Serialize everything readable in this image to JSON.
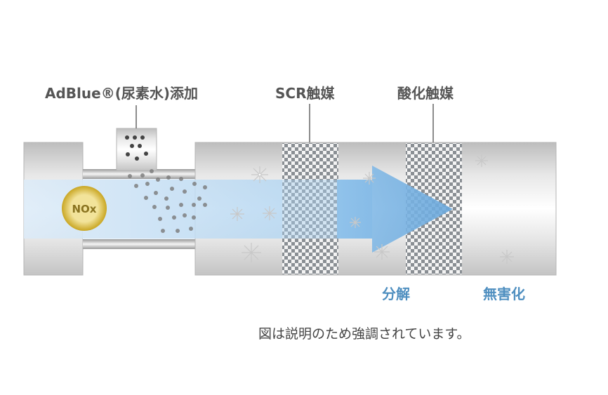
{
  "labels": {
    "adblue": "AdBlue®(尿素水)添加",
    "scr": "SCR触媒",
    "oxidation": "酸化触媒",
    "decompose": "分解",
    "harmless": "無害化",
    "nox": "NOx"
  },
  "note": "図は説明のため強調されています。",
  "colors": {
    "stream": "#a9d0ef",
    "arrow": "#7fb6e4",
    "nox": "#c9a622",
    "accent_text": "#4f8fc0"
  }
}
